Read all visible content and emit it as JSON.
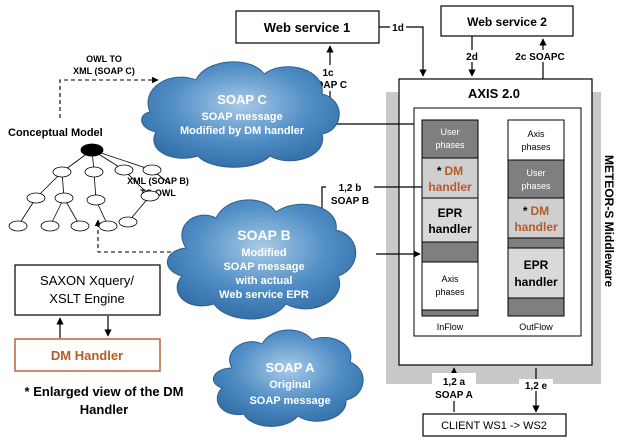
{
  "colors": {
    "cloud_fill": "#3f7fb8",
    "dm_accent": "#b55a2a",
    "middleware_shadow": "#c9c9c9",
    "phase_dark": "#7f7f7f",
    "phase_mid": "#cfcfcf"
  },
  "web_service_1": "Web service 1",
  "web_service_2": "Web service 2",
  "client": "CLIENT WS1 -> WS2",
  "axis_title": "AXIS 2.0",
  "middleware_label": "METEOR-S Middleware",
  "conceptual_model": "Conceptual Model",
  "owl_to_xml": [
    "OWL TO",
    "XML (SOAP C)"
  ],
  "xml_to_owl": [
    "XML (SOAP B)",
    "TO OWL"
  ],
  "saxon": [
    "SAXON Xquery/",
    "XSLT Engine"
  ],
  "dm_handler_box": "DM Handler",
  "enlarged_note": [
    "* Enlarged view of the DM",
    "Handler"
  ],
  "clouds": {
    "soap_c": {
      "title": "SOAP C",
      "lines": [
        "SOAP message",
        "Modified by DM handler"
      ]
    },
    "soap_b": {
      "title": "SOAP B",
      "lines": [
        "Modified",
        "SOAP message",
        "with actual",
        "Web service EPR"
      ]
    },
    "soap_a": {
      "title": "SOAP A",
      "lines": [
        "Original",
        "SOAP message"
      ]
    }
  },
  "edges": {
    "e1d": "1d",
    "e2d": "2d",
    "e2c": "2c SOAPC",
    "e1c": [
      "1c",
      "SOAP C"
    ],
    "e12b": [
      "1,2 b",
      "SOAP B"
    ],
    "e12a": [
      "1,2 a",
      "SOAP A"
    ],
    "e12e": "1,2 e"
  },
  "inflow": {
    "label": "InFlow",
    "user_phases": [
      "User",
      "phases"
    ],
    "dm_star": "*",
    "dm_word": "DM",
    "handler": "handler",
    "epr": [
      "EPR",
      "handler"
    ],
    "axis_phases": [
      "Axis",
      "phases"
    ]
  },
  "outflow": {
    "label": "OutFlow",
    "axis_phases": [
      "Axis",
      "phases"
    ],
    "user_phases": [
      "User",
      "phases"
    ],
    "dm_star": "*",
    "dm_word": "DM",
    "handler": "handler",
    "epr": [
      "EPR",
      "handler"
    ]
  }
}
